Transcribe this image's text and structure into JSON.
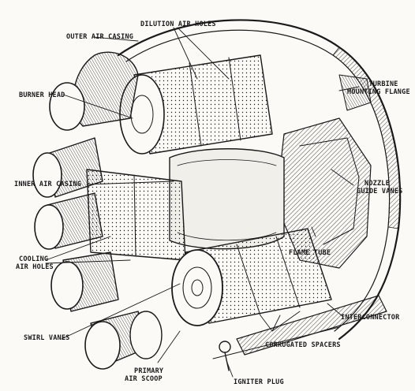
{
  "labels": {
    "outer_air_casing": "OUTER AIR CASING",
    "dilution_air_holes": "DILUTION AIR HOLES",
    "burner_head": "BURNER HEAD",
    "turbine_mounting_flange_1": "TURBINE",
    "turbine_mounting_flange_2": "MOUNTING FLANGE",
    "inner_air_casing": "INNER AIR CASING",
    "nozzle_guide_vanes_1": "NOZZLE",
    "nozzle_guide_vanes_2": "GUIDE VANES",
    "cooling_air_holes_1": "COOLING",
    "cooling_air_holes_2": "AIR HOLES",
    "flame_tube": "FLAME TUBE",
    "swirl_vanes": "SWIRL VANES",
    "interconnector": "INTERCONNECTOR",
    "corrugated_spacers": "CORRUGATED SPACERS",
    "primary_air_scoop_1": "PRIMARY",
    "primary_air_scoop_2": "AIR SCOOP",
    "igniter_plug": "IGNITER PLUG"
  },
  "colors": {
    "ink": "#1a1a1a",
    "paper": "#fbfaf7"
  }
}
